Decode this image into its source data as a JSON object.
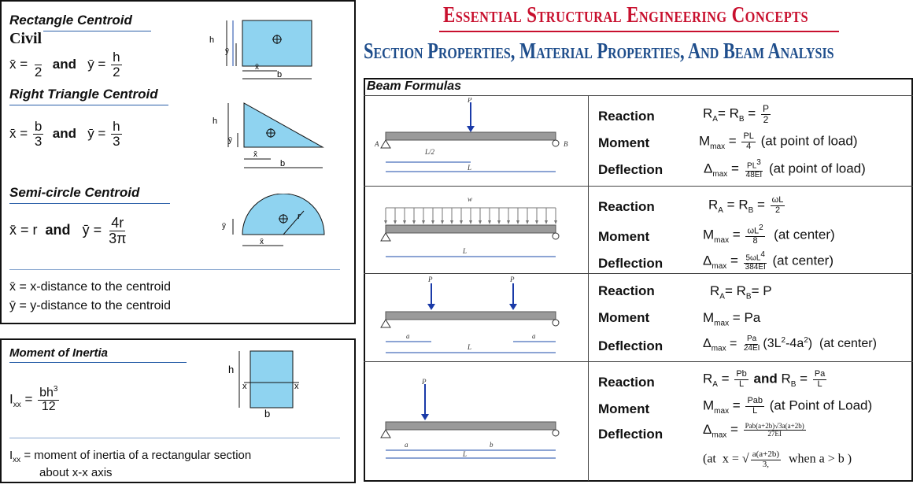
{
  "header": {
    "title": "Essential Structural Engineering Concepts",
    "subtitle": "Section Properties, Material Properties, And Beam Analysis",
    "logo_text": "Civil"
  },
  "centroids": {
    "rect_title": "Rectangle Centroid",
    "rect_formula_x": "x̄ = ",
    "rect_formula_and": "and",
    "rect_formula_y": "ȳ = ",
    "rect_num": "h",
    "rect_den": "2",
    "rect_xden": "2",
    "tri_title": "Right Triangle Centroid",
    "tri_x": "x̄ = ",
    "tri_xnum": "b",
    "tri_xden": "3",
    "tri_and": "and",
    "tri_y": "ȳ = ",
    "tri_ynum": "h",
    "tri_yden": "3",
    "semi_title": "Semi-circle Centroid",
    "semi_x": "x̄ = r",
    "semi_and": "and",
    "semi_y": "ȳ = ",
    "semi_num": "4r",
    "semi_den": "3π",
    "note_x": "x̄ = x-distance to the centroid",
    "note_y": "ȳ = y-distance to the centroid",
    "labels": {
      "h": "h",
      "b": "b",
      "r": "r",
      "xbar": "x̄",
      "ybar": "ȳ"
    }
  },
  "inertia": {
    "title": "Moment of Inertia",
    "lhs": "I",
    "lhs_sub": "xx",
    "num": "bh",
    "num_sup": "3",
    "den": "12",
    "note_line1": "I",
    "note_sub": "xx",
    "note_rest": " = moment of inertia of a rectangular section",
    "note_line2": "about x-x axis",
    "labels": {
      "h": "h",
      "b": "b",
      "x": "x"
    }
  },
  "beam_formulas": {
    "title": "Beam Formulas",
    "row_labels": {
      "reaction": "Reaction",
      "moment": "Moment",
      "deflection": "Deflection"
    },
    "cases": [
      {
        "reaction": "RA= RB = P/2",
        "moment": "Mmax = PL/4  (at point of load)",
        "deflection": "Δmax = PL³/48EI  (at point of load)"
      },
      {
        "reaction": "RA = RB = ωL/2",
        "moment": "Mmax = ωL²/8  (at center)",
        "deflection": "Δmax = 5ωL⁴/384EI  (at center)"
      },
      {
        "reaction": "RA= RB= P",
        "moment": "Mmax = Pa",
        "deflection": "Δmax = Pa/24EI(3L²-4a²)  (at center)"
      },
      {
        "reaction": "RA = Pb/L  and  RB = Pa/L",
        "moment": "Mmax = Pab/L  (at Point of Load)",
        "deflection": "Δmax = Pab(a+2b)√3a(a+2b) / 27EI",
        "note": "(at  x = √(a(a+2b)/3,  when a > b )"
      }
    ],
    "diagram_labels": {
      "P": "P",
      "L": "L",
      "L2": "L/2",
      "w": "w",
      "a": "a",
      "b": "b",
      "A": "A",
      "B": "B"
    }
  },
  "colors": {
    "shape_fill": "#8fd3f0",
    "title_red": "#c8102e",
    "title_blue": "#1f4e8c",
    "arrow_blue": "#1a3aa8"
  }
}
